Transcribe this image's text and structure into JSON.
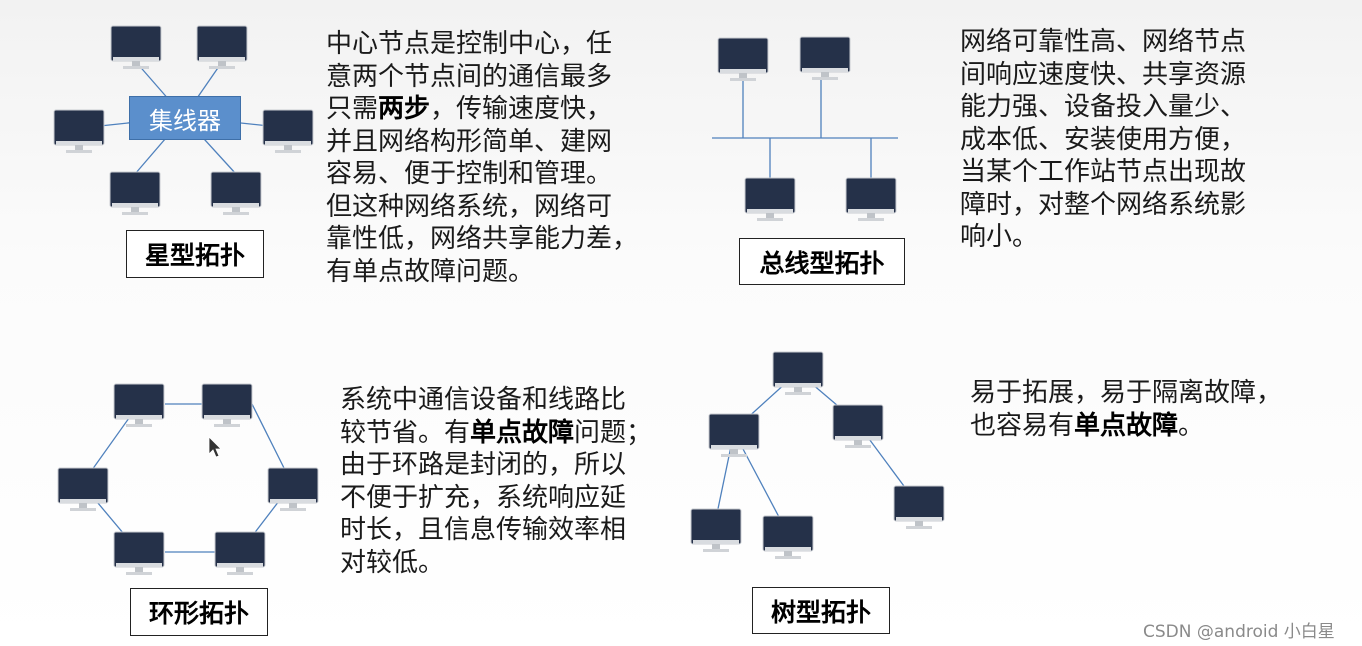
{
  "star": {
    "hub_label": "集线器",
    "title": "星型拓扑",
    "desc": {
      "l1": "中心节点是控制中心，任",
      "l2": "意两个节点间的通信最多",
      "l3_pre": "只需",
      "l3_bold": "两步",
      "l3_post": "，传输速度快，",
      "l4": "并且网络构形简单、建网",
      "l5": "容易、便于控制和管理。",
      "l6": "但这种网络系统，网络可",
      "l7": "靠性低，网络共享能力差，",
      "l8": "有单点故障问题。"
    }
  },
  "bus": {
    "title": "总线型拓扑",
    "desc": {
      "l1": "网络可靠性高、网络节点",
      "l2": "间响应速度快、共享资源",
      "l3": "能力强、设备投入量少、",
      "l4": "成本低、安装使用方便，",
      "l5": "当某个工作站节点出现故",
      "l6": "障时，对整个网络系统影",
      "l7": "响小。"
    }
  },
  "ring": {
    "title": "环形拓扑",
    "desc": {
      "l1": "系统中通信设备和线路比",
      "l2_pre": "较节省。有",
      "l2_bold": "单点故障",
      "l2_post": "问题；",
      "l3": "由于环路是封闭的，所以",
      "l4": "不便于扩充，系统响应延",
      "l5": "时长，且信息传输效率相",
      "l6": "对较低。"
    }
  },
  "tree": {
    "title": "树型拓扑",
    "desc": {
      "l1": "易于拓展，易于隔离故障，",
      "l2_pre": "也容易有",
      "l2_bold": "单点故障",
      "l2_post": "。"
    }
  },
  "watermark": "CSDN @android 小白星",
  "colors": {
    "monitor_screen": "#253149",
    "monitor_stand": "#cfd2d6",
    "link_line": "#4f81bd",
    "hub_fill": "#5b8fcc"
  }
}
